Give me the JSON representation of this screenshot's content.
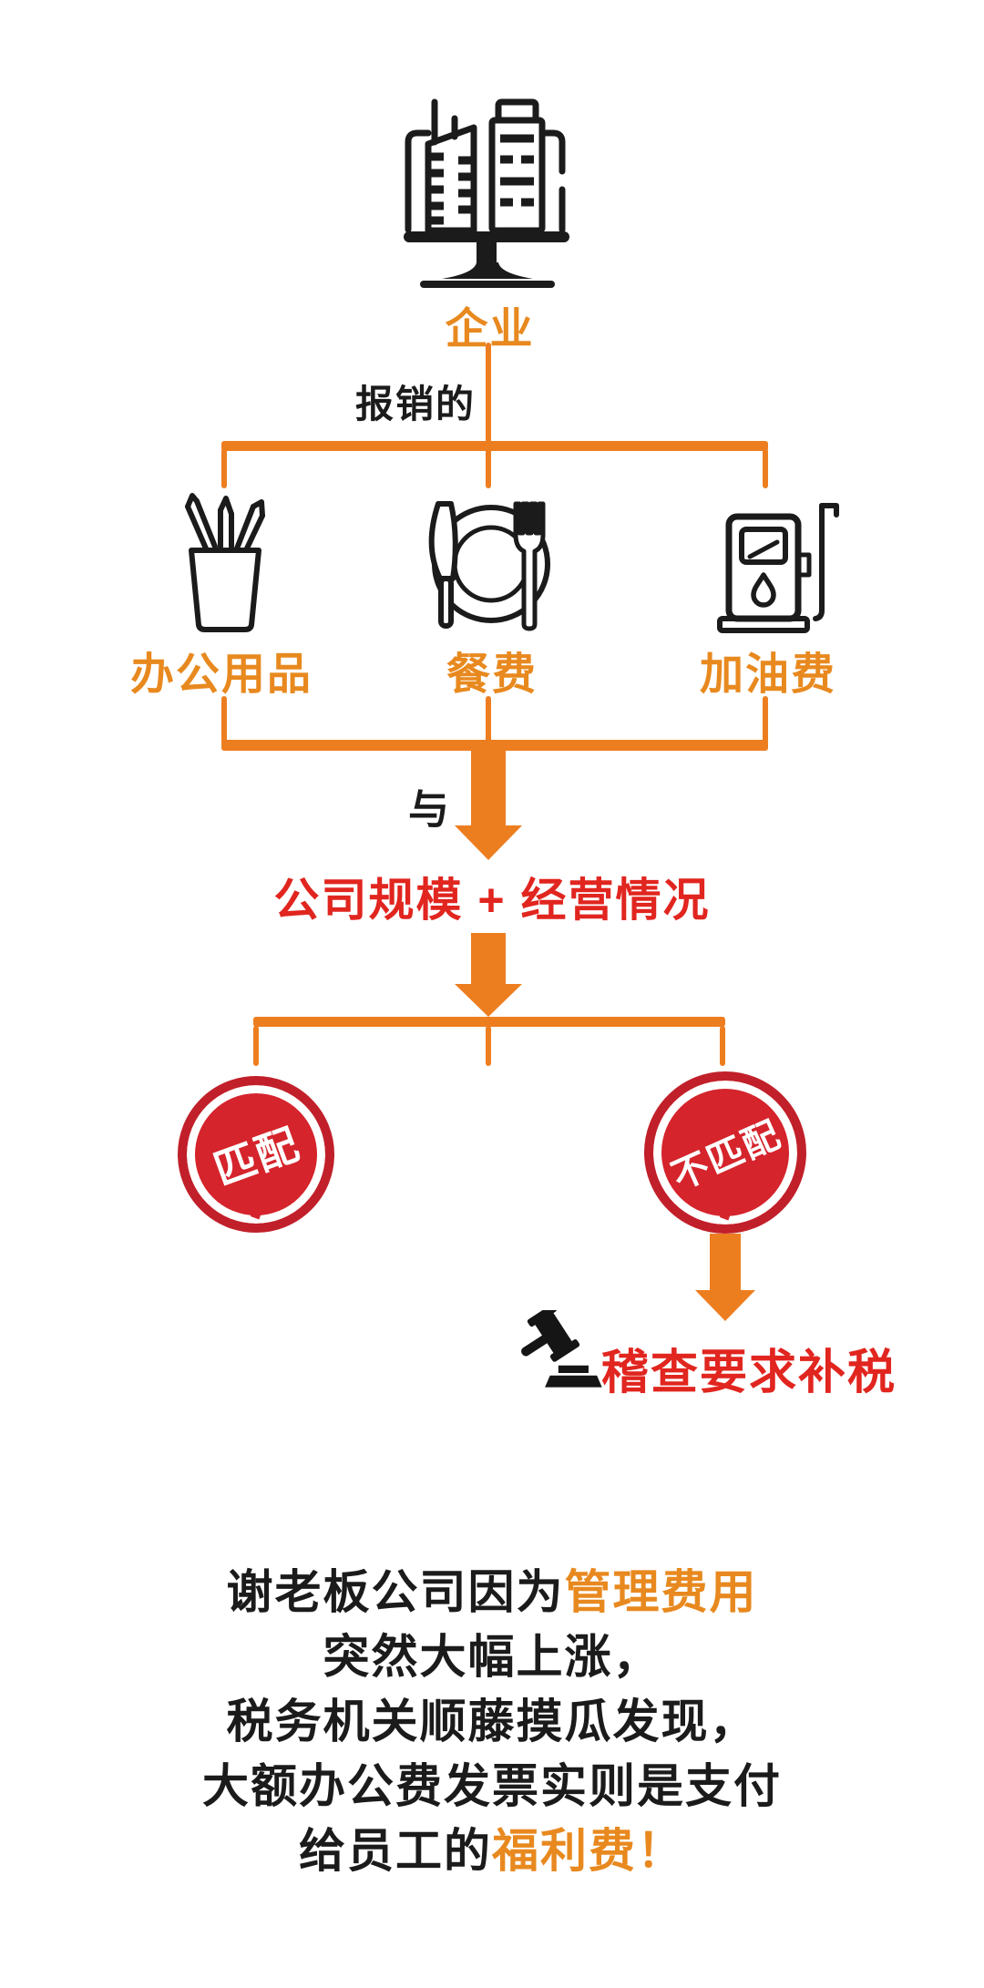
{
  "colors": {
    "orange_lines": "#ED7E20",
    "orange_text": "#E8891F",
    "red_text": "#E1251F",
    "stamp_red": "#D5242C",
    "ink": "#1b1b1b",
    "background": "#ffffff"
  },
  "diagram": {
    "root_label": "企业",
    "branch_label": "报销的",
    "expense_items": [
      {
        "icon": "pen-cup-icon",
        "label": "办公用品"
      },
      {
        "icon": "plate-cutlery-icon",
        "label": "餐费"
      },
      {
        "icon": "fuel-pump-icon",
        "label": "加油费"
      }
    ],
    "join_label": "与",
    "criteria_label": "公司规模 + 经营情况",
    "stamp_match": "匹配",
    "stamp_mismatch": "不匹配",
    "consequence_label": "稽查要求补税"
  },
  "story": {
    "line1_black": "谢老板公司因为",
    "line1_highlight": "管理费用",
    "line2": "突然大幅上涨，",
    "line3": "税务机关顺藤摸瓜发现，",
    "line4": "大额办公费发票实则是支付",
    "line5_black": "给员工的",
    "line5_highlight": "福利费！"
  }
}
